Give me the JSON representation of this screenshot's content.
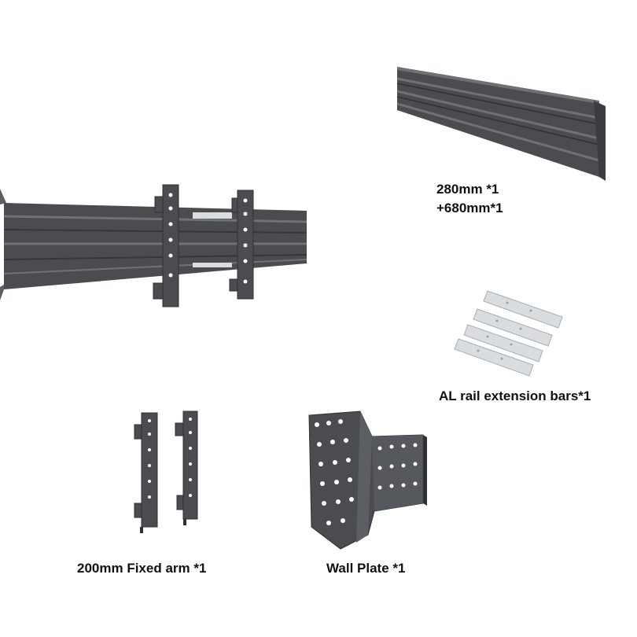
{
  "labels": {
    "rail_length_1": "280mm *1",
    "rail_length_2": "+680mm*1",
    "extension_bars": "AL rail extension bars*1",
    "fixed_arm": "200mm Fixed arm *1",
    "wall_plate": "Wall Plate *1"
  },
  "colors": {
    "metal_dark": "#4a4c50",
    "metal_mid": "#5b5e63",
    "metal_light": "#6e7176",
    "aluminum": "#d9dde0",
    "background": "#ffffff",
    "text": "#111111"
  },
  "icons": {
    "assembled_mount": "assembled-mount-image",
    "rail": "rail-image",
    "extension_bars": "extension-bars-image",
    "fixed_arms": "fixed-arms-image",
    "wall_plate": "wall-plate-image"
  }
}
